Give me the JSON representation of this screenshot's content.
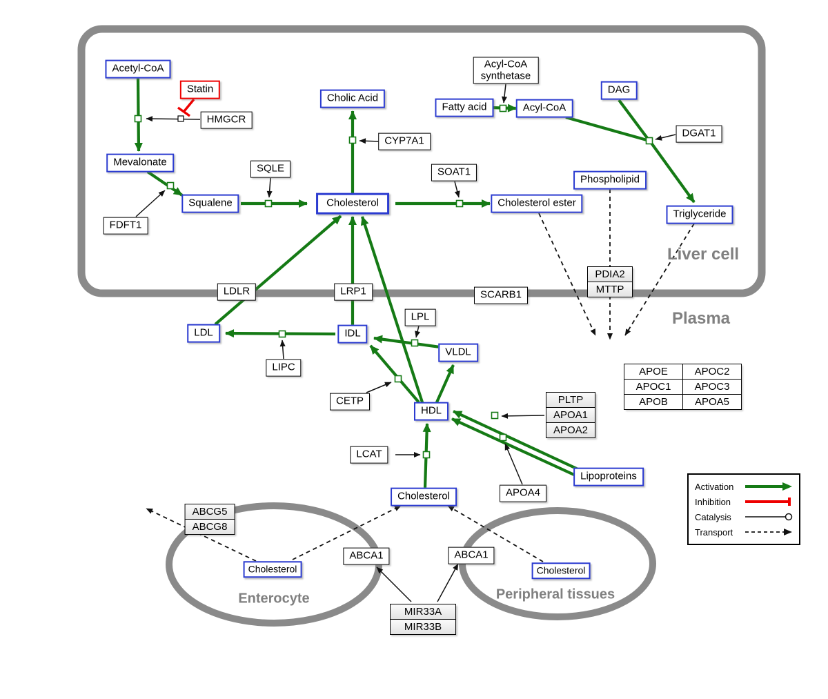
{
  "compartments": {
    "liver_cell": "Liver cell",
    "plasma": "Plasma",
    "enterocyte": "Enterocyte",
    "peripheral_tissues": "Peripheral tissues"
  },
  "nodes": {
    "acetyl_coa": "Acetyl-CoA",
    "statin": "Statin",
    "hmgcr": "HMGCR",
    "mevalonate": "Mevalonate",
    "sqle": "SQLE",
    "squalene": "Squalene",
    "fdft1": "FDFT1",
    "cholic_acid": "Cholic Acid",
    "cyp7a1": "CYP7A1",
    "cholesterol_liver": "Cholesterol",
    "soat1": "SOAT1",
    "cholesterol_ester": "Cholesterol ester",
    "acyl_coa_synthetase_l1": "Acyl-CoA",
    "acyl_coa_synthetase_l2": "synthetase",
    "fatty_acid": "Fatty acid",
    "acyl_coa": "Acyl-CoA",
    "dag": "DAG",
    "dgat1": "DGAT1",
    "phospholipid": "Phospholipid",
    "triglyceride": "Triglyceride",
    "pdia2": "PDIA2",
    "mttp": "MTTP",
    "ldlr": "LDLR",
    "lrp1": "LRP1",
    "scarb1": "SCARB1",
    "ldl": "LDL",
    "idl": "IDL",
    "lpl": "LPL",
    "vldl": "VLDL",
    "lipc": "LIPC",
    "cetp": "CETP",
    "hdl": "HDL",
    "pltp": "PLTP",
    "apoa1": "APOA1",
    "apoa2": "APOA2",
    "apoe": "APOE",
    "apoc2": "APOC2",
    "apoc1": "APOC1",
    "apoc3": "APOC3",
    "apob": "APOB",
    "apoa5": "APOA5",
    "lcat": "LCAT",
    "cholesterol_plasma": "Cholesterol",
    "apoa4": "APOA4",
    "lipoproteins": "Lipoproteins",
    "abcg5": "ABCG5",
    "abcg8": "ABCG8",
    "abca1_left": "ABCA1",
    "abca1_right": "ABCA1",
    "cholesterol_enterocyte": "Cholesterol",
    "cholesterol_peripheral": "Cholesterol",
    "mir33a": "MIR33A",
    "mir33b": "MIR33B"
  },
  "legend": {
    "activation": "Activation",
    "inhibition": "Inhibition",
    "catalysis": "Catalysis",
    "transport": "Transport"
  },
  "colors": {
    "activation_green": "#157a15",
    "inhibition_red": "#ee0000",
    "metabolite_border_blue": "#2b3bd0",
    "membrane_gray": "#8a8a8a"
  }
}
